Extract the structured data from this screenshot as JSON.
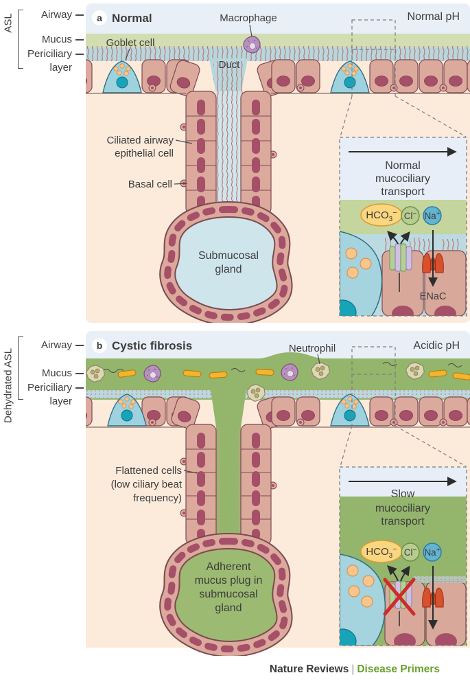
{
  "colors": {
    "airway_band": "#e9eff7",
    "mucus_normal": "#d2ddb2",
    "mucus_cf": "#94b56c",
    "periciliary_blue": "#b7d7de",
    "cell_salmon": "#dcaa9d",
    "cell_outline": "#7c4a50",
    "nucleus_maroon": "#a64f68",
    "goblet_blue": "#9ed2de",
    "goblet_nucleus_teal": "#18a4b8",
    "vesicle_orange": "#f9c58b",
    "gland_lumen_normal": "#cfe5ec",
    "gland_plug_cf": "#9cba72",
    "background_peach": "#fceadb",
    "inset_green_normal": "#c4d59e",
    "hco3_fill": "#f9d67f",
    "cl_fill": "#b7cd90",
    "na_fill": "#62b4d0",
    "enac_red": "#d7512d",
    "channel_green": "#b5d097",
    "channel_purple": "#cfc0e0",
    "cross_red": "#cf2b27",
    "bacteria_yellow": "#f3b52d",
    "neutrophil_beige": "#ded7b5",
    "macrophage_purple": "#b791bd",
    "brand_green": "#67a22c"
  },
  "left_a": {
    "bracket_label": "ASL",
    "airway": "Airway",
    "mucus": "Mucus",
    "periciliary": "Periciliary",
    "layer": "layer"
  },
  "left_b": {
    "bracket_label": "Dehydrated ASL",
    "airway": "Airway",
    "mucus": "Mucus",
    "periciliary": "Periciliary",
    "layer": "layer"
  },
  "ions": {
    "hco3": "HCO",
    "hco3_sub": "3",
    "hco3_sup": "−",
    "cl": "Cl",
    "cl_sup": "−",
    "na": "Na",
    "na_sup": "+"
  },
  "panel_a": {
    "badge": "a",
    "title": "Normal",
    "ph": "Normal pH",
    "macrophage": "Macrophage",
    "goblet": "Goblet cell",
    "duct": "Duct",
    "ciliated": [
      "Ciliated airway",
      "epithelial cell"
    ],
    "basal": "Basal cell",
    "gland": [
      "Submucosal",
      "gland"
    ],
    "inset": {
      "l1": "Normal",
      "l2": "mucociliary",
      "l3": "transport",
      "enac": "ENaC"
    }
  },
  "panel_b": {
    "badge": "b",
    "title": "Cystic fibrosis",
    "ph": "Acidic pH",
    "neutrophil": "Neutrophil",
    "flattened": [
      "Flattened cells",
      "(low ciliary beat",
      "frequency)"
    ],
    "gland": [
      "Adherent",
      "mucus plug in",
      "submucosal",
      "gland"
    ],
    "inset": {
      "l1": "Slow",
      "l2": "mucociliary",
      "l3": "transport"
    }
  },
  "footer": {
    "left": "Nature Reviews",
    "sep": "|",
    "right": "Disease Primers"
  }
}
